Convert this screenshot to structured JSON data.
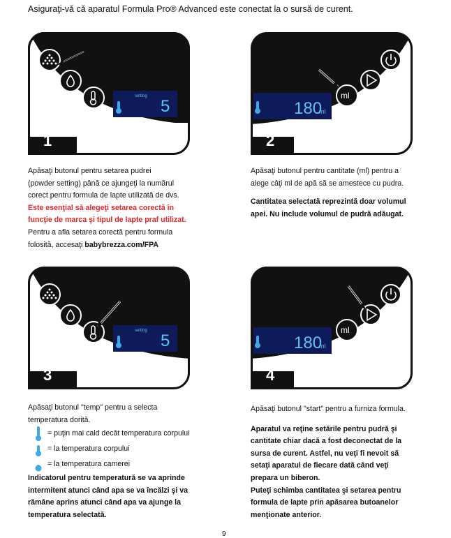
{
  "intro": "Asiguraţi-vă că aparatul  Formula Pro® Advanced este conectat la o sursă de curent.",
  "panels": [
    {
      "num": "1",
      "display_value": "5",
      "display_unit": "",
      "setting_label": "setting"
    },
    {
      "num": "2",
      "display_value": "180",
      "display_unit": "ml",
      "setting_label": ""
    },
    {
      "num": "3",
      "display_value": "5",
      "display_unit": "",
      "setting_label": "setting"
    },
    {
      "num": "4",
      "display_value": "180",
      "display_unit": "ml",
      "setting_label": ""
    }
  ],
  "ml_button_label": "ml",
  "step1": {
    "l1": "Apăsaţi butonul pentru setarea pudrei",
    "l2": "(powder setting) până ce ajungeţi la numărul",
    "l3": "corect pentru formula de lapte utilizată de dvs.",
    "r1": "Este esenţial să alegeţi setarea corectă în",
    "r2": "funcţie de marca şi tipul de lapte praf utilizat.",
    "l4": "Pentru a afla setarea corectă pentru formula",
    "l5a": " folosită, accesaţi ",
    "l5b": "babybrezza.com/FPA"
  },
  "step2": {
    "l1": "Apăsaţi butonul pentru cantitate (ml) pentru a",
    "l2": "alege câţi ml de apă să se amestece cu pudra.",
    "b1": "Cantitatea selectată reprezintă doar volumul",
    "b2": "apei. Nu include volumul de pudră adăugat."
  },
  "step3": {
    "l1": "Apăsaţi butonul \"temp\" pentru a selecta",
    "l2": "temperatura dorită.",
    "legend": [
      "= puţin mai cald decât temperatura corpului",
      "= la temperatura corpului",
      "= la temperatura camerei"
    ],
    "b1": "Indicatorul pentru temperatură se va aprinde",
    "b2": "intermitent atunci când apa se va încălzi şi va",
    "b3": "rămâne aprins atunci când apa va ajunge la",
    "b4": "temperatura selectată."
  },
  "step4": {
    "l1": "Apăsaţi butonul \"start\" pentru a furniza formula.",
    "b1": "Aparatul va reţine setările pentru pudră şi",
    "b2": "cantitate chiar dacă a fost deconectat de la",
    "b3": "sursa de curent. Astfel, nu veţi fi nevoit să",
    "b4": "setaţi aparatul de fiecare dată când veţi",
    "b5": "prepara un biberon.",
    "b6": "Puteţi schimba cantitatea şi setarea pentru",
    "b7": "formula de lapte prin apăsarea butoanelor",
    "b8": " menţionate anterior."
  },
  "page_number": "9",
  "colors": {
    "panel": "#111111",
    "display": "#0f1a5a",
    "display_text": "#5fc3f0",
    "red": "#e0262b",
    "blue": "#3fa9e6"
  }
}
